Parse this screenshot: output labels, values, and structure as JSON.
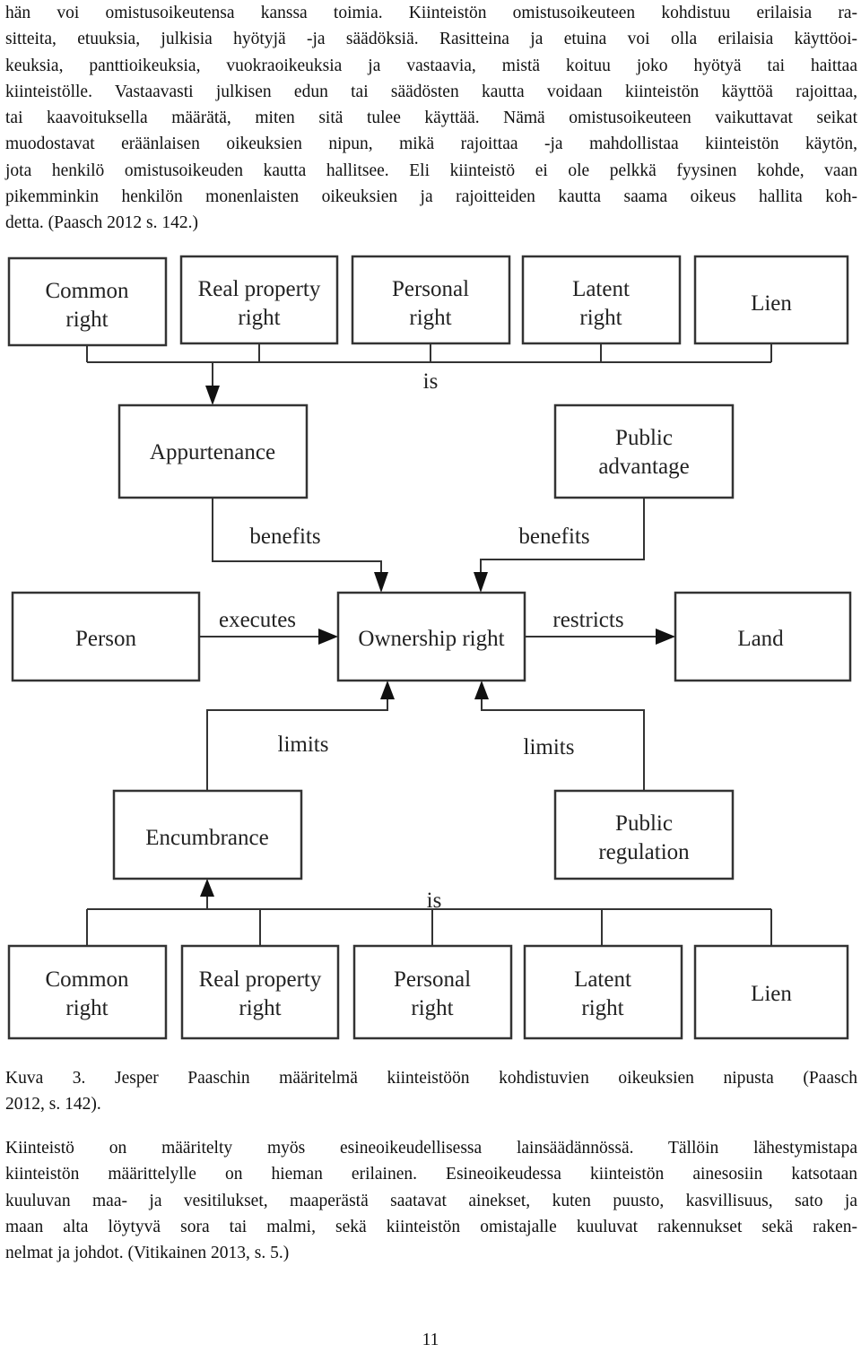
{
  "top_paragraph": [
    "hän voi omistusoikeutensa kanssa toimia. Kiinteistön omistusoikeuteen kohdistuu erilaisia ra-",
    "sitteita, etuuksia, julkisia hyötyjä -ja säädöksiä. Rasitteina ja etuina voi olla erilaisia käyttöoi-",
    "keuksia, panttioikeuksia, vuokraoikeuksia ja vastaavia, mistä koituu joko hyötyä tai haittaa",
    "kiinteistölle. Vastaavasti julkisen edun tai säädösten kautta voidaan kiinteistön käyttöä rajoittaa,",
    "tai kaavoituksella määrätä, miten sitä tulee käyttää. Nämä omistusoikeuteen vaikuttavat seikat",
    "muodostavat eräänlaisen oikeuksien nipun, mikä rajoittaa -ja mahdollistaa kiinteistön käytön,",
    "jota henkilö omistusoikeuden kautta hallitsee. Eli kiinteistö ei ole pelkkä fyysinen kohde, vaan",
    "pikemminkin henkilön monenlaisten oikeuksien ja rajoitteiden kautta saama oikeus hallita koh-",
    "detta. (Paasch 2012 s. 142.)"
  ],
  "diagram": {
    "top_row": [
      [
        "Common",
        "right"
      ],
      [
        "Real property",
        "right"
      ],
      [
        "Personal",
        "right"
      ],
      [
        "Latent",
        "right"
      ],
      [
        "Lien"
      ]
    ],
    "bottom_row": [
      [
        "Common",
        "right"
      ],
      [
        "Real property",
        "right"
      ],
      [
        "Personal",
        "right"
      ],
      [
        "Latent",
        "right"
      ],
      [
        "Lien"
      ]
    ],
    "appurtenance": "Appurtenance",
    "public_advantage": [
      "Public",
      "advantage"
    ],
    "person": "Person",
    "ownership_right": "Ownership right",
    "land": "Land",
    "encumbrance": "Encumbrance",
    "public_regulation": [
      "Public",
      "regulation"
    ],
    "labels": {
      "is_top": "is",
      "is_bottom": "is",
      "benefits_left": "benefits",
      "benefits_right": "benefits",
      "executes": "executes",
      "restricts": "restricts",
      "limits_left": "limits",
      "limits_right": "limits"
    }
  },
  "caption": [
    "Kuva 3. Jesper Paaschin määritelmä kiinteistöön kohdistuvien oikeuksien nipusta (Paasch",
    "2012, s. 142)."
  ],
  "bottom_paragraph": [
    "Kiinteistö on määritelty myös esineoikeudellisessa lainsäädännössä. Tällöin lähestymistapa",
    "kiinteistön määrittelylle on hieman erilainen. Esineoikeudessa kiinteistön ainesosiin katsotaan",
    "kuuluvan maa- ja vesitilukset, maaperästä saatavat ainekset, kuten puusto, kasvillisuus, sato ja",
    "maan alta löytyvä sora tai malmi, sekä kiinteistön omistajalle kuuluvat rakennukset sekä raken-",
    "nelmat ja johdot. (Vitikainen 2013, s. 5.)"
  ],
  "page_number": "11"
}
